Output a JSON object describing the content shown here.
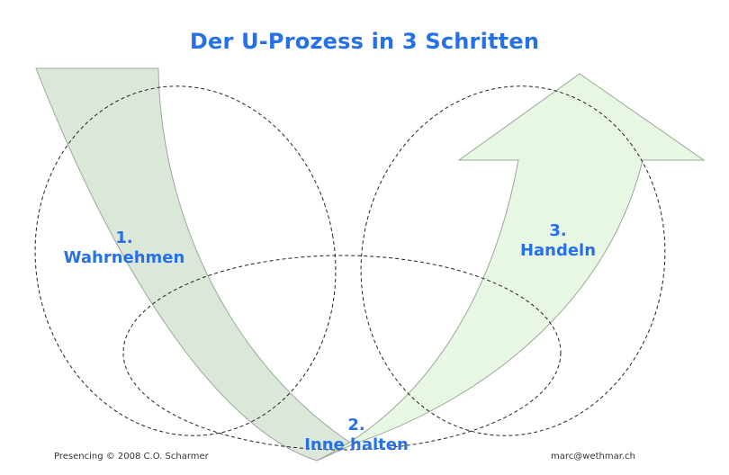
{
  "title": "Der U-Prozess in 3 Schritten",
  "colors": {
    "title": "#2670e8",
    "arrow_down_fill": "#dbe7d9",
    "arrow_up_fill": "#e8f6e4",
    "arrow_stroke": "#9aa89a",
    "ellipse_stroke": "#222222"
  },
  "steps": [
    {
      "number": "1.",
      "label": "Wahrnehmen"
    },
    {
      "number": "2.",
      "label": "Inne halten"
    },
    {
      "number": "3.",
      "label": "Handeln"
    }
  ],
  "footer": {
    "left": "Presencing © 2008 C.O. Scharmer",
    "right": "marc@wethmar.ch"
  }
}
